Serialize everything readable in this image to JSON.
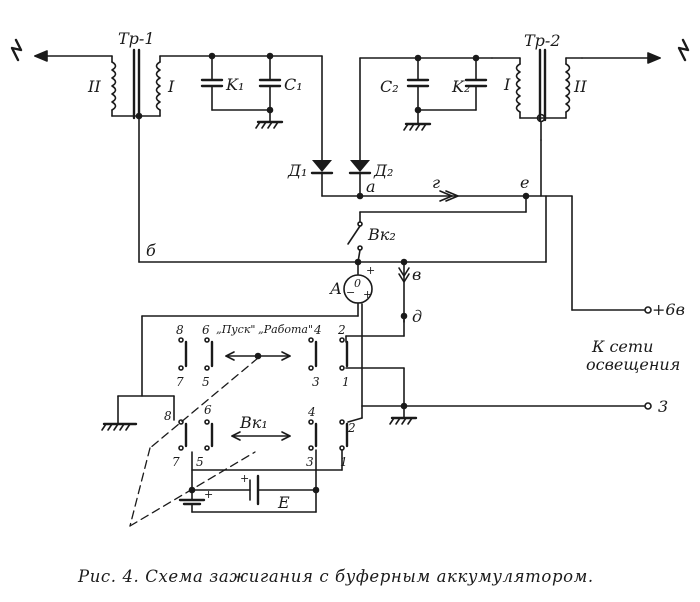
{
  "labels": {
    "tr1": "Тр-1",
    "tr2": "Тр-2",
    "tr1_winding_ii": "II",
    "tr1_winding_i": "I",
    "tr2_winding_i": "I",
    "tr2_winding_ii": "II",
    "k1": "K₁",
    "c1": "C₁",
    "c2": "C₂",
    "k2": "K₂",
    "d1": "Д₁",
    "d2": "Д₂",
    "node_a": "а",
    "node_b": "б",
    "node_v": "в",
    "node_g": "г",
    "node_d": "д",
    "node_e": "е",
    "vk2": "Вк₂",
    "vk1": "Вк₁",
    "ammeter": "А",
    "ammeter_zero": "0",
    "plus": "+",
    "minus": "−",
    "battery": "Е",
    "pusk": "„Пуск\"",
    "rabota": "„Работа\"",
    "network_line1": "К сети",
    "network_line2": "освещения",
    "terminal_plus6": "+6в",
    "terminal_3": "3",
    "c1_8": "8",
    "c1_7": "7",
    "c1_6": "6",
    "c1_5": "5",
    "c1_4": "4",
    "c1_3": "3",
    "c1_2": "2",
    "c1_1": "1",
    "c2_8": "8",
    "c2_7": "7",
    "c2_6": "6",
    "c2_5": "5",
    "c2_4": "4",
    "c2_3": "3",
    "c2_2": "2",
    "c2_1": "1"
  },
  "caption": "Рис. 4. Схема зажигания с буферным аккумулятором."
}
